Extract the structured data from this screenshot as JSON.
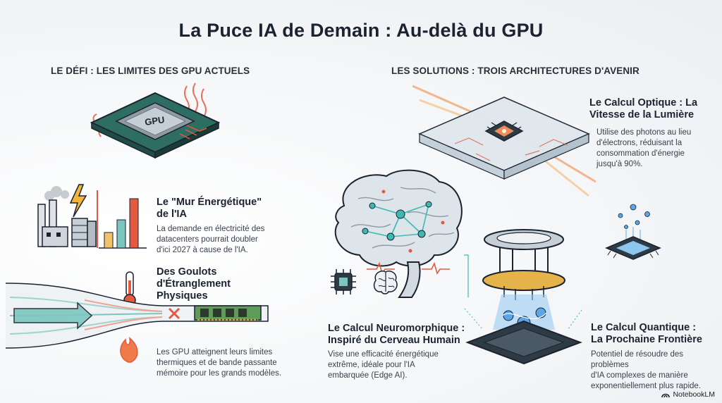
{
  "title": "La Puce IA de Demain : Au-delà du GPU",
  "left": {
    "heading": "LE DÉFI : LES LIMITES DES GPU ACTUELS",
    "gpu_label": "GPU",
    "energy": {
      "title_line1": "Le \"Mur Énergétique\"",
      "title_line2": "de l'IA",
      "desc_line1": "La demande en électricité des",
      "desc_line2": "datacenters pourrait doubler",
      "desc_line3": "d'ici 2027 à cause de l'IA."
    },
    "bottleneck": {
      "title_line1": "Des Goulots",
      "title_line2": "d'Étranglement",
      "title_line3": "Physiques",
      "desc_line1": "Les GPU atteignent leurs limites",
      "desc_line2": "thermiques et de bande passante",
      "desc_line3": "mémoire pour les grands modèles."
    }
  },
  "right": {
    "heading": "LES SOLUTIONS : TROIS ARCHITECTURES D'AVENIR",
    "optical": {
      "title_line1": "Le Calcul Optique : La",
      "title_line2": "Vitesse de la Lumière",
      "desc_line1": "Utilise des photons au lieu",
      "desc_line2": "d'électrons, réduisant la",
      "desc_line3": "consommation d'énergie",
      "desc_line4": "jusqu'à 90%."
    },
    "neuro": {
      "title_line1": "Le Calcul Neuromorphique :",
      "title_line2": "Inspiré du Cerveau Humain",
      "desc_line1": "Vise une efficacité énergétique",
      "desc_line2": "extrême, idéale pour l'IA",
      "desc_line3": "embarquée (Edge AI)."
    },
    "quantum": {
      "title_line1": "Le Calcul Quantique :",
      "title_line2": "La Prochaine Frontière",
      "desc_line1": "Potentiel de résoudre des problèmes",
      "desc_line2": "d'IA complexes de manière",
      "desc_line3": "exponentiellement plus rapide."
    }
  },
  "brand": "NotebookLM",
  "icons": {
    "gpu": "gpu-chip-icon",
    "factory": "factory-icon",
    "lightning": "lightning-icon",
    "server": "server-rack-icon",
    "bars": "bar-chart-icon",
    "thermometer": "thermometer-icon",
    "flame": "flame-icon",
    "memory": "memory-module-icon",
    "cross": "cross-icon",
    "optical_chip": "optical-chip-icon",
    "brain": "brain-icon",
    "small_chip": "chip-icon",
    "small_brain": "small-brain-icon",
    "quantum": "quantum-chip-icon",
    "ion_chip": "quantum-dots-chip-icon"
  },
  "colors": {
    "heat": "#e25a3f",
    "teal": "#3fb8b0",
    "gold": "#e6b24a",
    "blue": "#5aa6e8",
    "dark": "#1b2230"
  }
}
